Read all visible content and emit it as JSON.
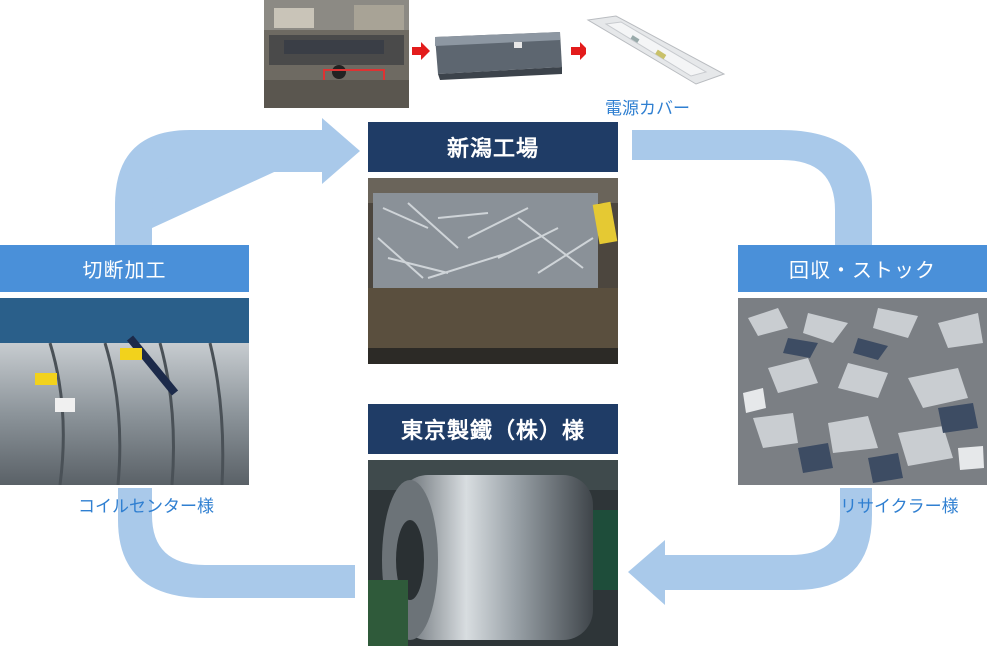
{
  "colors": {
    "cycle_arrow": "#a9c9ea",
    "navy_header": "#1f3c66",
    "blue_header": "#4a90d9",
    "caption_text": "#2f7fd1",
    "process_arrow": "#e31c1c"
  },
  "top": {
    "caption": "電源カバー",
    "images": [
      "press-machine-photo",
      "steel-tray-photo",
      "power-cover-photo"
    ]
  },
  "nodes": {
    "niigata": {
      "title": "新潟工場",
      "image": "scrap-bin-photo"
    },
    "tokyo": {
      "title": "東京製鐵（株）様",
      "image": "steel-coil-roll-photo"
    },
    "cutting": {
      "title": "切断加工",
      "caption": "コイルセンター様",
      "image": "coil-center-photo"
    },
    "collection": {
      "title": "回収・ストック",
      "caption": "リサイクラー様",
      "image": "scrap-pile-photo"
    }
  }
}
